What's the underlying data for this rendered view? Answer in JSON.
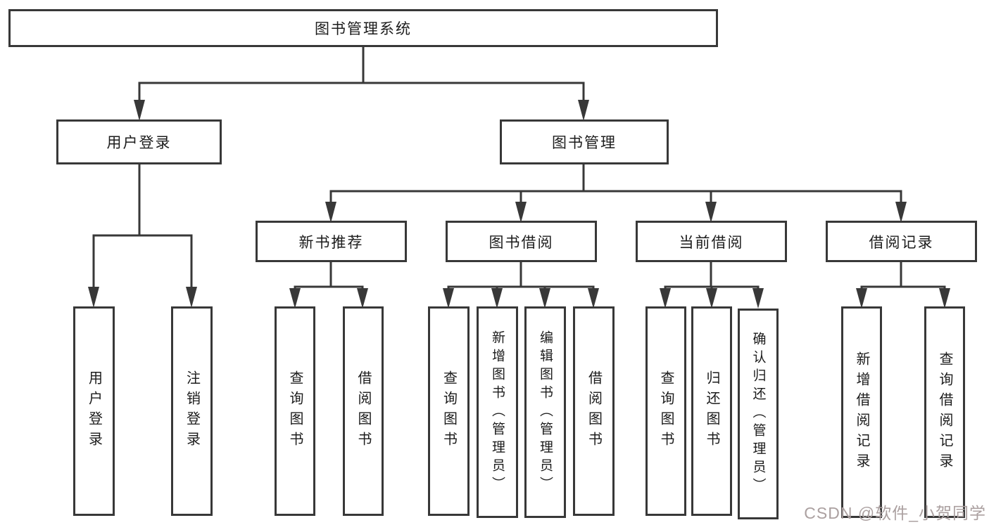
{
  "diagram": {
    "root": {
      "label": "图书管理系统"
    },
    "level2": [
      {
        "label": "用户登录"
      },
      {
        "label": "图书管理"
      }
    ],
    "level3": [
      {
        "label": "新书推荐"
      },
      {
        "label": "图书借阅"
      },
      {
        "label": "当前借阅"
      },
      {
        "label": "借阅记录"
      }
    ],
    "leaves": [
      "用户登录",
      "注销登录",
      "查询图书",
      "借阅图书",
      "查询图书",
      "新增图书（管理员）",
      "编辑图书（管理员）",
      "借阅图书",
      "查询图书",
      "归还图书",
      "确认归还（管理员）",
      "新增借阅记录",
      "查询借阅记录"
    ],
    "colors": {
      "line": "#383838",
      "box_border": "#383838",
      "text": "#1c1c1c",
      "watermark": "#aba0a0"
    },
    "watermark": "CSDN @软件_小贺同学"
  }
}
